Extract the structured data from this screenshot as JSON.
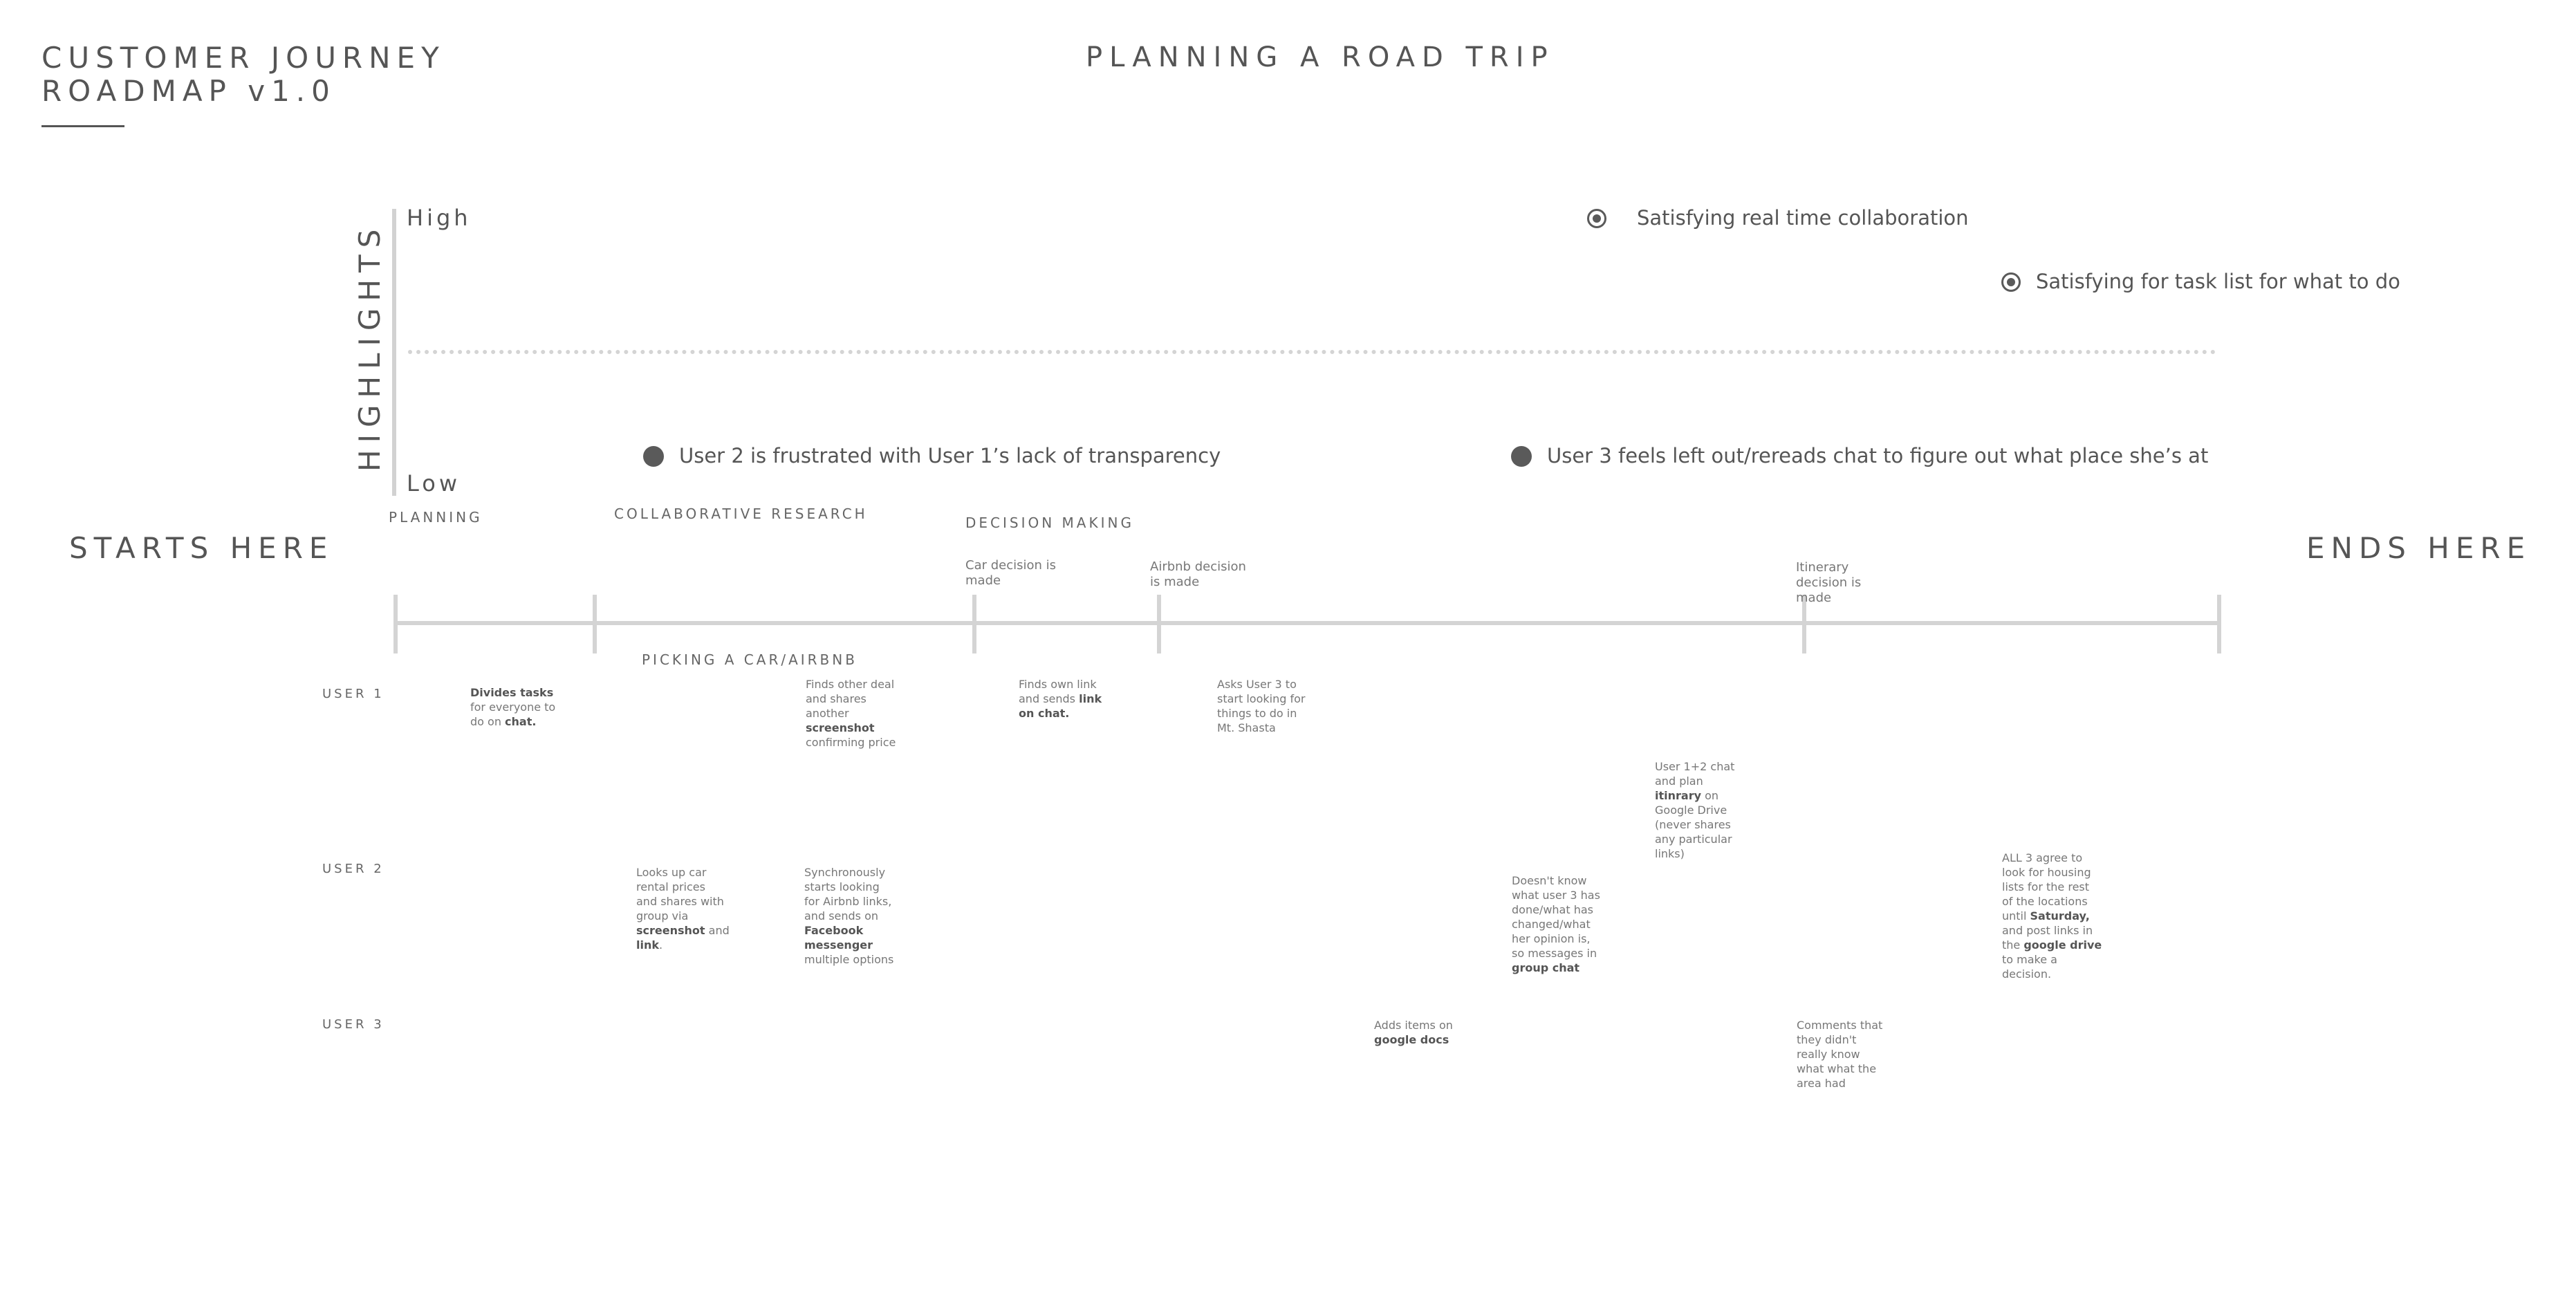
{
  "header": {
    "title": "CUSTOMER JOURNEY\nROADMAP v1.0",
    "subtitle": "PLANNING A ROAD TRIP"
  },
  "highlights": {
    "axis_label": "HIGHLIGHTS",
    "high_label": "High",
    "low_label": "Low",
    "items": [
      {
        "text": "Satisfying real time collaboration",
        "level": "high",
        "marker": "ring"
      },
      {
        "text": "Satisfying for task list for what to do",
        "level": "high",
        "marker": "ring"
      },
      {
        "text": "User 2 is frustrated with User 1’s lack of transparency",
        "level": "low",
        "marker": "dot"
      },
      {
        "text": "User 3 feels left out/rereads chat to figure out what place she’s at",
        "level": "low",
        "marker": "dot"
      }
    ]
  },
  "journey": {
    "start_label": "STARTS HERE",
    "end_label": "ENDS HERE",
    "stages": [
      "PLANNING",
      "COLLABORATIVE RESEARCH",
      "DECISION MAKING",
      "PICKING A CAR/AIRBNB"
    ],
    "decisions": [
      "Car decision is\nmade",
      "Airbnb decision\nis made",
      "Itinerary\ndecision is\nmade"
    ]
  },
  "users": {
    "labels": [
      "USER 1",
      "USER 2",
      "USER 3"
    ]
  },
  "notes": {
    "u1_divides": {
      "b1": "Divides tasks",
      "t1": "\nfor everyone to\ndo on ",
      "b2": "chat."
    },
    "u1_finds_deal": {
      "t1": "Finds other deal\nand shares\nanother\n",
      "b1": "screenshot",
      "t2": "\nconfirming price"
    },
    "u1_finds_link": {
      "t1": "Finds own link\nand sends ",
      "b1": "link\non chat."
    },
    "u1_asks_user3": {
      "t1": "Asks User 3 to\nstart looking for\nthings to do in\nMt. Shasta"
    },
    "u12_chat": {
      "t1": "User 1+2 chat\nand plan\n",
      "b1": "itinrary",
      "t2": " on\nGoogle Drive\n(never shares\nany particular\nlinks)"
    },
    "u2_looks_up": {
      "t1": "Looks up car\nrental prices\nand shares with\ngroup via\n",
      "b1": "screenshot",
      "t2": " and\n",
      "b2": "link",
      "t3": "."
    },
    "u2_sync": {
      "t1": "Synchronously\nstarts looking\nfor Airbnb links,\nand sends on\n",
      "b1": "Facebook\nmessenger",
      "t2": "\nmultiple options"
    },
    "u2_doesnt_know": {
      "t1": "Doesn't know\nwhat user 3 has\ndone/what has\nchanged/what\nher opinion is,\nso messages in\n",
      "b1": "group chat"
    },
    "u2_all3": {
      "t1": "ALL 3 agree to\nlook for housing\nlists for the rest\nof the locations\nuntil ",
      "b1": "Saturday,",
      "t2": "\nand post links in\nthe ",
      "b2": "google drive",
      "t3": "\nto make a\ndecision."
    },
    "u3_adds": {
      "t1": "Adds items on\n",
      "b1": "google docs"
    },
    "u3_comments": {
      "t1": "Comments that\nthey didn't\nreally know\nwhat what the\narea had"
    }
  },
  "colors": {
    "text": "#555555",
    "axis": "#d4d4d4",
    "marker": "#5a5a5a"
  }
}
